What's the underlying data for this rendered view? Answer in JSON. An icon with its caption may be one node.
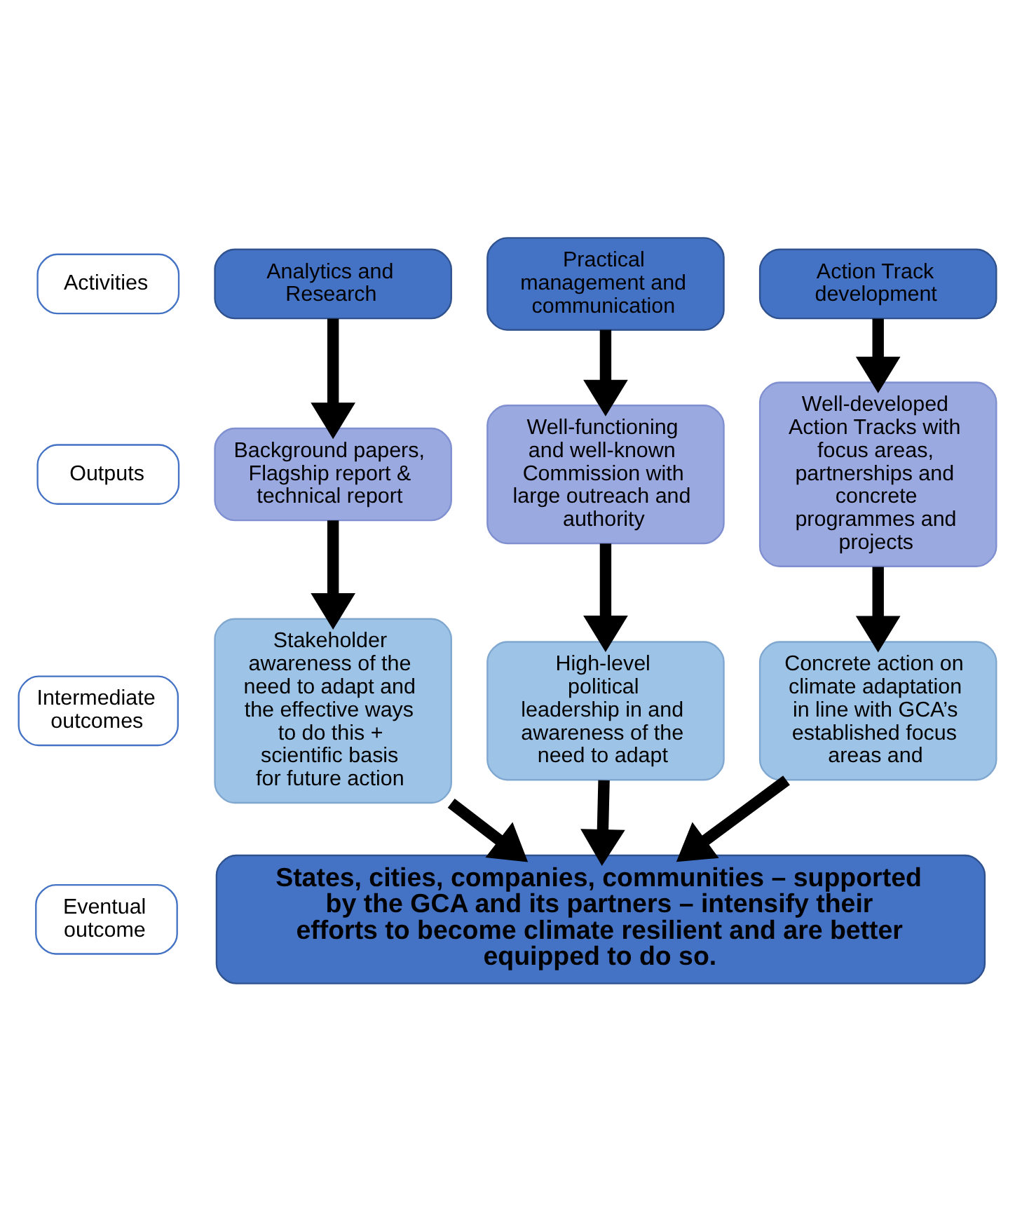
{
  "diagram": {
    "nodes": [
      {
        "text": [
          "Activities"
        ]
      },
      {
        "text": [
          "Outputs"
        ]
      },
      {
        "text": [
          "Intermediate outcomes"
        ]
      },
      {
        "text": [
          "Eventual outcome"
        ]
      },
      {
        "text": [
          "Analytics and Research"
        ]
      },
      {
        "text": [
          "Practical management and communication"
        ]
      },
      {
        "text": [
          "Action Track development"
        ]
      },
      {
        "text": [
          "Background papers, Flagship report & technical report"
        ]
      },
      {
        "text": [
          "Well-functioning and well-known Commission with large outreach and authority"
        ]
      },
      {
        "text": [
          "Well-developed Action Tracks with focus areas, partnerships and concrete programmes and projects"
        ]
      },
      {
        "text": [
          "Stakeholder awareness of the need to adapt and the effective ways to do this + scientific basis for future action"
        ]
      },
      {
        "text": [
          "High-level political leadership in and awareness of the need to adapt"
        ]
      },
      {
        "text": [
          "Concrete action on climate adaptation in line with GCA’s established focus areas and"
        ]
      },
      {
        "text": [
          "States, cities, companies, communities – supported by the GCA and its partners – intensify their efforts to become climate resilient and are better equipped to do so."
        ]
      }
    ],
    "edges": [
      {
        "from": 4,
        "to": 7,
        "arrow": "to"
      },
      {
        "from": 5,
        "to": 8,
        "arrow": "to"
      },
      {
        "from": 6,
        "to": 9,
        "arrow": "to"
      },
      {
        "from": 7,
        "to": 10,
        "arrow": "to"
      },
      {
        "from": 8,
        "to": 11,
        "arrow": "to"
      },
      {
        "from": 9,
        "to": 12,
        "arrow": "to"
      },
      {
        "from": 10,
        "to": 13,
        "arrow": "to"
      },
      {
        "from": 11,
        "to": 13,
        "arrow": "to"
      },
      {
        "from": 12,
        "to": 13,
        "arrow": "to"
      }
    ]
  }
}
